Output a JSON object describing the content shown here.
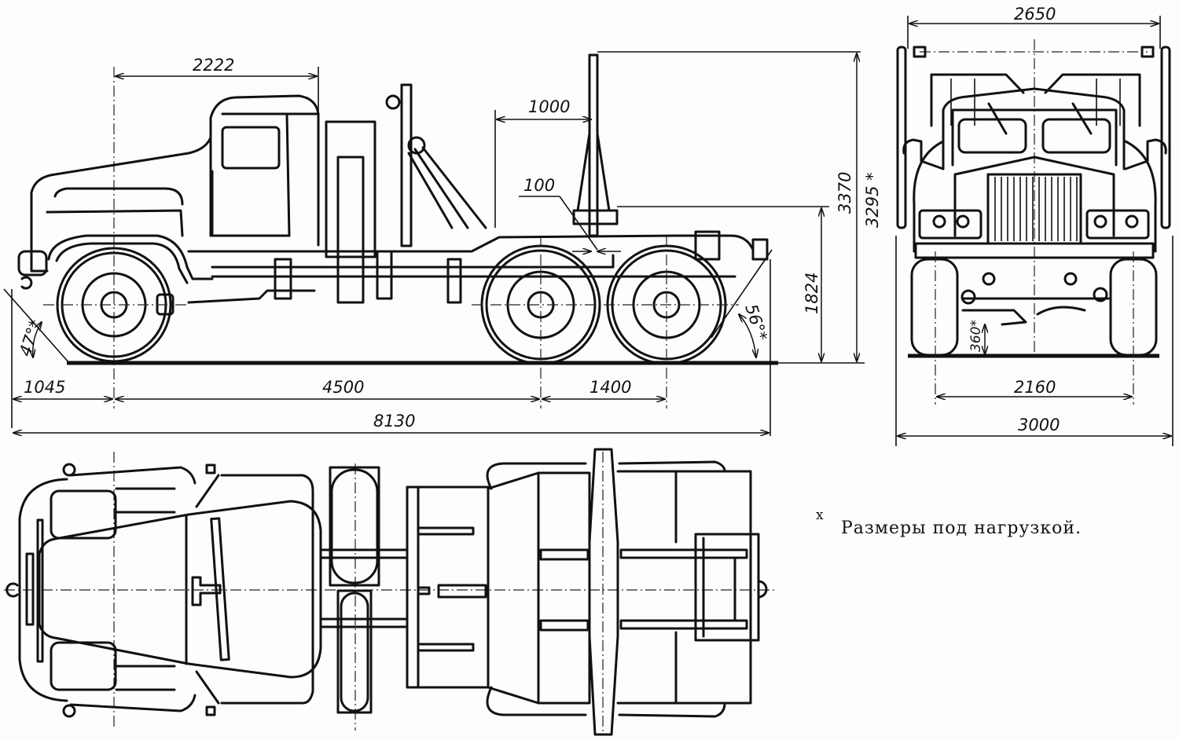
{
  "drawing": {
    "title_views": [
      "side-view",
      "front-view",
      "top-view"
    ],
    "dimensions": {
      "cab_length": "2222",
      "post_offset": "1000",
      "bolster_offset": "100",
      "overall_height": "3370",
      "overall_height_loaded": "3295 *",
      "bolster_height": "1824",
      "approach_angle": "47°*",
      "departure_angle": "56°*",
      "front_overhang": "1045",
      "wheelbase": "4500",
      "bogie_base": "1400",
      "overall_length": "8130",
      "mirror_width": "2650",
      "track_width": "2160",
      "overall_width": "3000",
      "ground_clearance": "360*"
    },
    "footnote": {
      "mark": "x",
      "text": "Размеры под нагрузкой."
    },
    "colors": {
      "ink": "#111111",
      "paper": "#fdfdfd"
    }
  }
}
